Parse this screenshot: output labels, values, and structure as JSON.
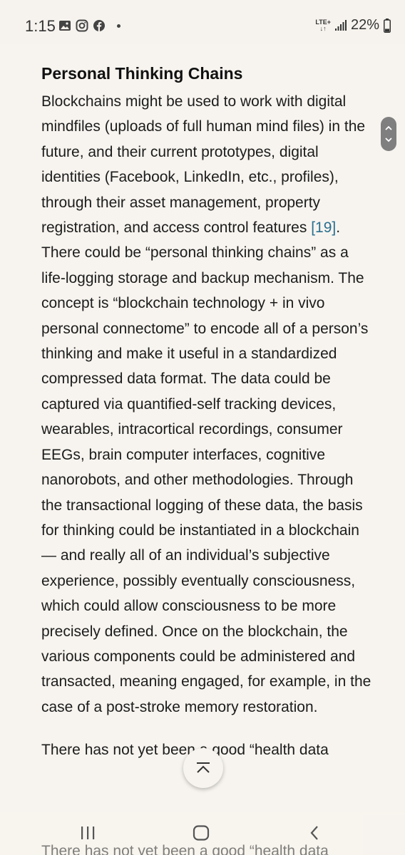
{
  "status_bar": {
    "time": "1:15",
    "network": "LTE+",
    "battery": "22%",
    "icons": [
      "gallery-icon",
      "instagram-icon",
      "facebook-icon",
      "notification-dot",
      "signal-icon",
      "battery-icon"
    ]
  },
  "article": {
    "heading": "Personal Thinking Chains",
    "para1_before_ref": "Blockchains might be used to work with digital mindfiles (uploads of full human mind files) in the future, and their current prototypes, digital identities (Facebook, LinkedIn, etc., profiles), through their asset management, property registration, and access control features ",
    "ref": "[19]",
    "para1_after_ref": ". There could be “personal thinking chains” as a life-logging storage and backup mechanism. The concept is “blockchain technology + in vivo personal connectome” to encode all of a person’s thinking and make it useful in a standardized compressed data format. The data could be captured via quantified-self tracking devices, wearables, intracortical recordings, consumer EEGs, brain computer interfaces, cognitive nanorobots, and other methodologies. Through the transactional logging of these data, the basis for thinking could be instantiated in a blockchain — and really all of an individual’s subjective experience, possibly eventually consciousness, which could allow consciousness to be more precisely defined. Once on the blockchain, the various components could be administered and transacted, meaning engaged, for example, in the case of a post-stroke memory restoration.",
    "para2": "There has not yet been a good “health data",
    "para2_ghost": "There has not yet been a good “health data"
  },
  "controls": {
    "scroll_handle": "scroll-up-down",
    "back_to_top": "back-to-top"
  },
  "nav_bar": {
    "buttons": [
      "recent-apps",
      "home",
      "back"
    ]
  }
}
